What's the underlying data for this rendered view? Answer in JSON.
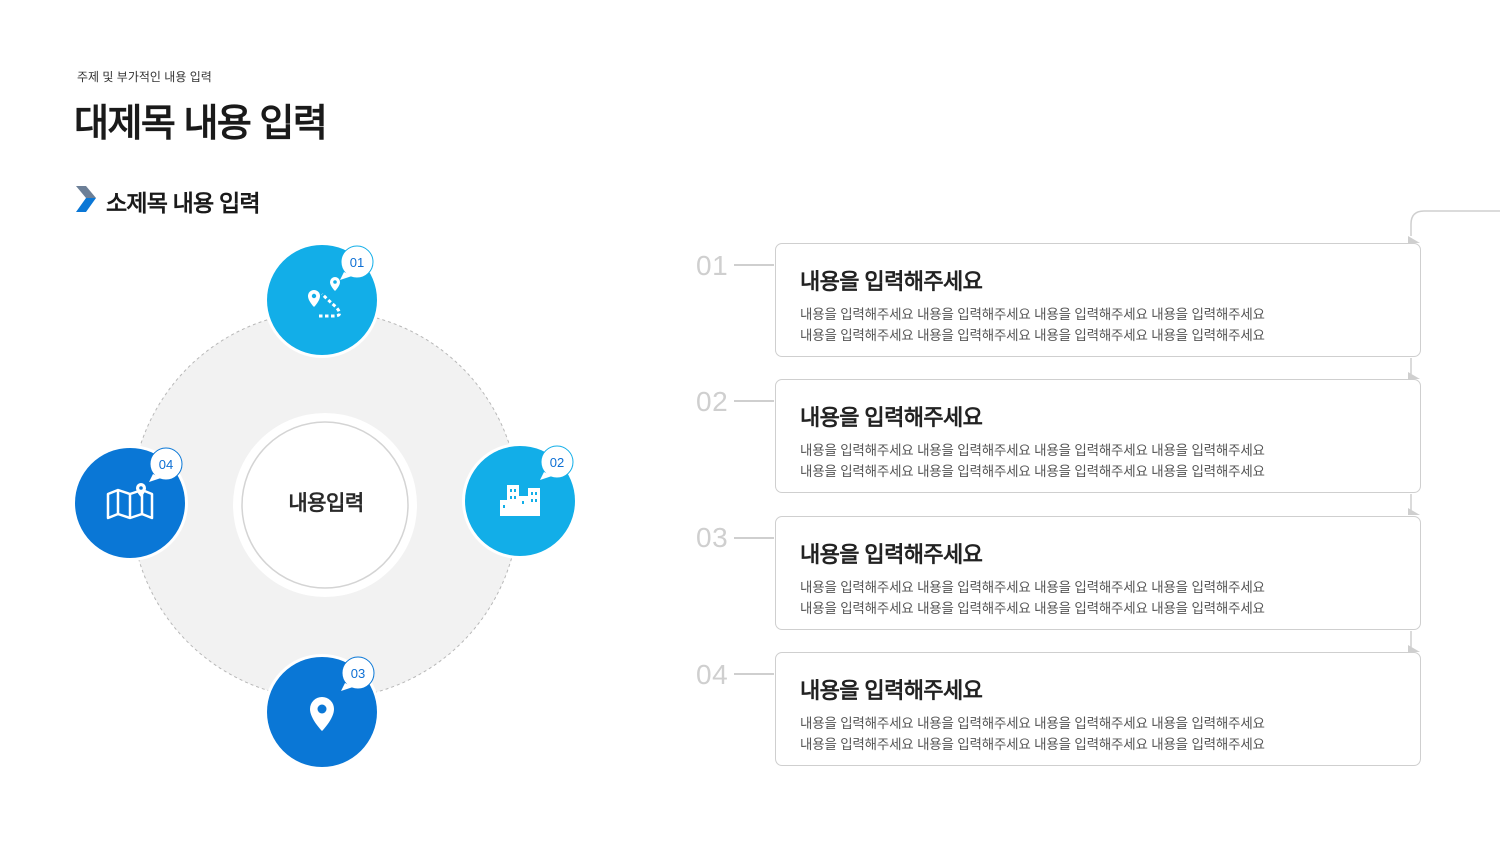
{
  "header": {
    "kicker": "주제 및 부가적인 내용 입력",
    "title": "대제목 내용 입력",
    "subtitle": "소제목 내용 입력"
  },
  "diagram": {
    "center_label": "내용입력",
    "nodes": [
      {
        "badge": "01",
        "icon": "route-pin-icon",
        "color": "#12aee8"
      },
      {
        "badge": "02",
        "icon": "buildings-icon",
        "color": "#12aee8"
      },
      {
        "badge": "03",
        "icon": "location-pin-icon",
        "color": "#0a77d6"
      },
      {
        "badge": "04",
        "icon": "folded-map-icon",
        "color": "#0a77d6"
      }
    ]
  },
  "steps": [
    {
      "num": "01",
      "heading": "내용을 입력해주세요",
      "line1": "내용을 입력해주세요 내용을 입력해주세요 내용을 입력해주세요 내용을 입력해주세요",
      "line2": "내용을 입력해주세요 내용을 입력해주세요 내용을 입력해주세요 내용을 입력해주세요"
    },
    {
      "num": "02",
      "heading": "내용을 입력해주세요",
      "line1": "내용을 입력해주세요 내용을 입력해주세요 내용을 입력해주세요 내용을 입력해주세요",
      "line2": "내용을 입력해주세요 내용을 입력해주세요 내용을 입력해주세요 내용을 입력해주세요"
    },
    {
      "num": "03",
      "heading": "내용을 입력해주세요",
      "line1": "내용을 입력해주세요 내용을 입력해주세요 내용을 입력해주세요 내용을 입력해주세요",
      "line2": "내용을 입력해주세요 내용을 입력해주세요 내용을 입력해주세요 내용을 입력해주세요"
    },
    {
      "num": "04",
      "heading": "내용을 입력해주세요",
      "line1": "내용을 입력해주세요 내용을 입력해주세요 내용을 입력해주세요 내용을 입력해주세요",
      "line2": "내용을 입력해주세요 내용을 입력해주세요 내용을 입력해주세요 내용을 입력해주세요"
    }
  ],
  "colors": {
    "accent_light": "#12aee8",
    "accent_dark": "#0a77d6",
    "ring_fill": "#f2f2f2",
    "card_border": "#cfcfcf",
    "step_number": "#cfcfcf"
  }
}
